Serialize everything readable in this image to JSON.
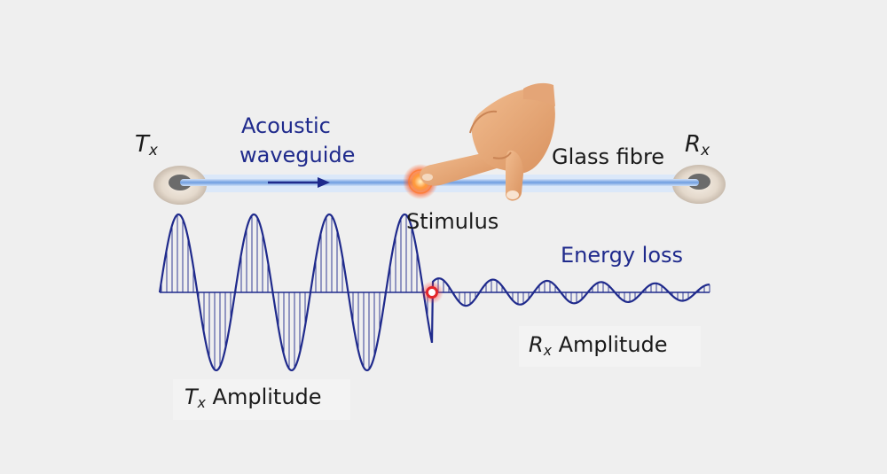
{
  "labels": {
    "tx_symbol": "T",
    "tx_subscript": "x",
    "rx_symbol": "R",
    "rx_subscript": "x",
    "acoustic_line1": "Acoustic",
    "acoustic_line2": "waveguide",
    "glass_fibre": "Glass fibre",
    "stimulus": "Stimulus",
    "energy_loss": "Energy loss",
    "tx_amplitude": "Amplitude",
    "rx_amplitude": "Amplitude"
  },
  "colors": {
    "text_blue": "#1f2a8c",
    "text_dark": "#1a1a1a",
    "fibre": "#8fb4e8",
    "fibre_glow": "#d6e6fb",
    "wave": "#1f2a8c",
    "stimulus": "#e8401a",
    "skin": "#e9a97a",
    "background": "#efefef"
  },
  "icons": [
    "hand-icon",
    "transducer-disc-icon",
    "arrow-right-icon",
    "stimulus-point-icon"
  ]
}
